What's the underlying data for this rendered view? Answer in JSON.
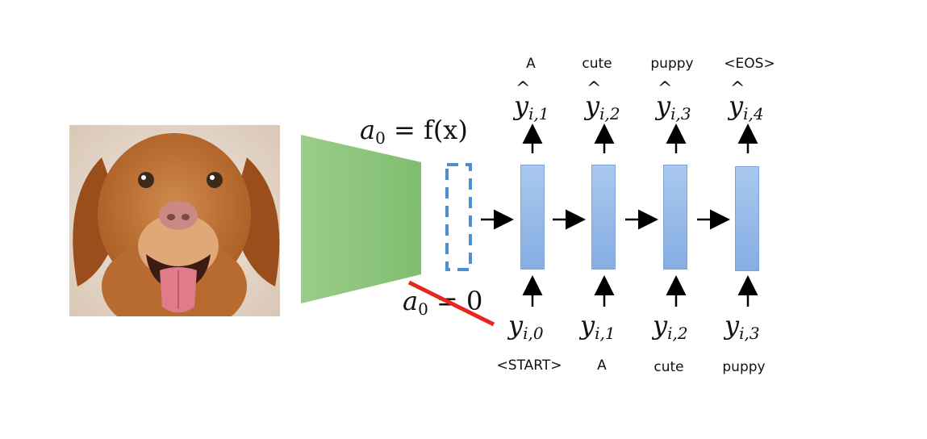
{
  "top_words": [
    "A",
    "cute",
    "puppy",
    "<EOS>"
  ],
  "bottom_words": [
    "<START>",
    "A",
    "cute",
    "puppy"
  ],
  "outputs": [
    {
      "base": "y",
      "sub": "i,1"
    },
    {
      "base": "y",
      "sub": "i,2"
    },
    {
      "base": "y",
      "sub": "i,3"
    },
    {
      "base": "y",
      "sub": "i,4"
    }
  ],
  "inputs": [
    {
      "base": "y",
      "sub": "i,0"
    },
    {
      "base": "y",
      "sub": "i,1"
    },
    {
      "base": "y",
      "sub": "i,2"
    },
    {
      "base": "y",
      "sub": "i,3"
    }
  ],
  "equation_top": {
    "lhs_base": "a",
    "lhs_sub": "0",
    "rhs": "= f(x)"
  },
  "equation_bottom": {
    "lhs_base": "a",
    "lhs_sub": "0",
    "rhs": "= 0"
  },
  "colors": {
    "encoder": "#8cc47c",
    "rnn_cell": "#9dbfe9",
    "dashed_box": "#4a90d2",
    "strike": "#e8261d"
  }
}
